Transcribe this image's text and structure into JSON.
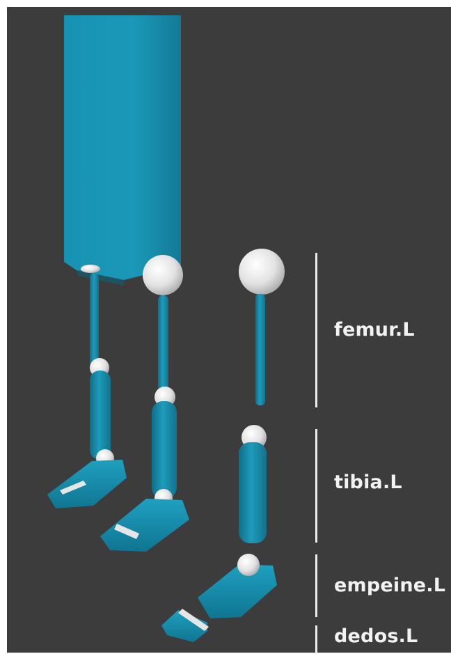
{
  "labels": {
    "femur": "femur.L",
    "tibia": "tibia.L",
    "empeine": "empeine.L",
    "dedos": "dedos.L"
  },
  "colors": {
    "background": "#3c3c3c",
    "bone": "#1a8fad",
    "joint": "#e8e8e8",
    "text": "#f2f2f2"
  }
}
